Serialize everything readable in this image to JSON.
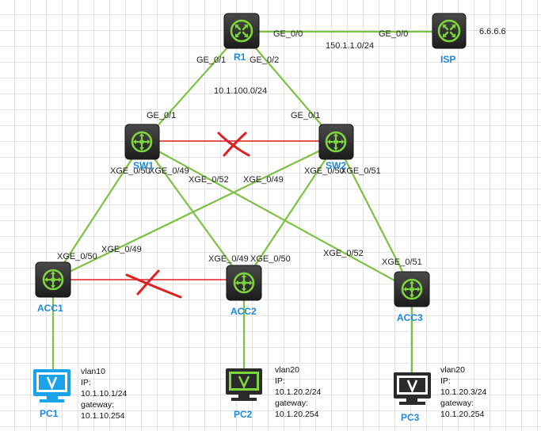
{
  "devices": {
    "r1": {
      "name": "R1"
    },
    "isp": {
      "name": "ISP",
      "address": "6.6.6.6"
    },
    "sw1": {
      "name": "SW1"
    },
    "sw2": {
      "name": "SW2"
    },
    "acc1": {
      "name": "ACC1"
    },
    "acc2": {
      "name": "ACC2"
    },
    "acc3": {
      "name": "ACC3"
    },
    "pc1": {
      "name": "PC1",
      "vlan": "vlan10",
      "ip_label": "IP:",
      "ip": "10.1.10.1/24",
      "gw_label": "gateway:",
      "gateway": "10.1.10.254"
    },
    "pc2": {
      "name": "PC2",
      "vlan": "vlan20",
      "ip_label": "IP:",
      "ip": "10.1.20.2/24",
      "gw_label": "gateway:",
      "gateway": "10.1.20.254"
    },
    "pc3": {
      "name": "PC3",
      "vlan": "vlan20",
      "ip_label": "IP:",
      "ip": "10.1.20.3/24",
      "gw_label": "gateway:",
      "gateway": "10.1.20.254"
    }
  },
  "links": {
    "r1_isp": {
      "a_port": "GE_0/0",
      "b_port": "GE_0/0",
      "subnet": "150.1.1.0/24"
    },
    "r1_sw1": {
      "a_port": "GE_0/1",
      "b_port": "GE_0/1"
    },
    "r1_sw2": {
      "a_port": "GE_0/2",
      "b_port": "GE_0/1"
    },
    "core_subnet": "10.1.100.0/24",
    "sw1_acc1": {
      "a_port": "XGE_0/50",
      "b_port": "XGE_0/50"
    },
    "sw1_acc2": {
      "a_port": "XGE_0/49",
      "b_port": "XGE_0/49"
    },
    "sw1_acc3": {
      "a_port": "XGE_0/52",
      "b_port": "XGE_0/52"
    },
    "sw2_acc1": {
      "a_port": "XGE_0/49",
      "b_port": "XGE_0/49"
    },
    "sw2_acc2": {
      "a_port": "XGE_0/50",
      "b_port": "XGE_0/50"
    },
    "sw2_acc3": {
      "a_port": "XGE_0/51",
      "b_port": "XGE_0/51"
    }
  },
  "colors": {
    "link": "#7dc242",
    "blocked_link": "#e02020",
    "block_mark": "#e02020",
    "device_icon": "#2b2b2b",
    "device_glyph": "#7dd63a",
    "device_label": "#1e88d6",
    "pc1_screen": "#1aa3e8"
  },
  "icons": {
    "router": "router-icon",
    "switch": "switch-icon",
    "pc": "pc-icon",
    "blocked": "blocked-x-icon"
  }
}
